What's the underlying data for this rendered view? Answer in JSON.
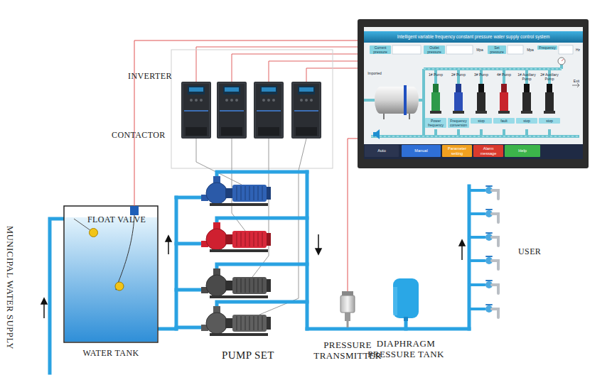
{
  "diagram": {
    "nodes": [
      {
        "text": [
          "WATER TANK"
        ]
      },
      {
        "text": [
          "FLOAT VALVE"
        ],
        "in": 0
      },
      {
        "text": [
          "PRESSURE TRANSMITTER"
        ]
      },
      {
        "text": [
          "DIAPHRAGM PRESSURE TANK"
        ]
      },
      {
        "text": [
          "Intelligent variable frequency constant pressure water supply control system"
        ]
      },
      {
        "text": [
          "Auto"
        ],
        "in": 4
      },
      {
        "text": [
          "Manual"
        ],
        "in": 4
      },
      {
        "text": [
          "Parameter setting"
        ],
        "in": 4
      },
      {
        "text": [
          "Alarm message"
        ],
        "in": 4
      },
      {
        "text": [
          "Help"
        ],
        "in": 4
      }
    ],
    "edges": [
      {
        "from": 0,
        "to": 4,
        "arrow": "none"
      },
      {
        "from": 2,
        "to": 4,
        "arrow": "none"
      }
    ],
    "labels": [
      "INVERTER",
      "CONTACTOR",
      "MUNICIPAL WATER SUPPLY",
      "PUMP SET",
      "USER",
      "Current pressure",
      "Outlet pressure",
      "Mpa",
      "Set pressure",
      "Mpa",
      "Frequency",
      "Hz",
      "Imported",
      "1# Pump",
      "2# Pump",
      "3# Pump",
      "4# Pump",
      "1# Auxiliary Pump",
      "2# Auxiliary Pump",
      "Power frequency",
      "Frequency conversion",
      "stop",
      "fault",
      "stop",
      "stop",
      "Exit"
    ]
  }
}
